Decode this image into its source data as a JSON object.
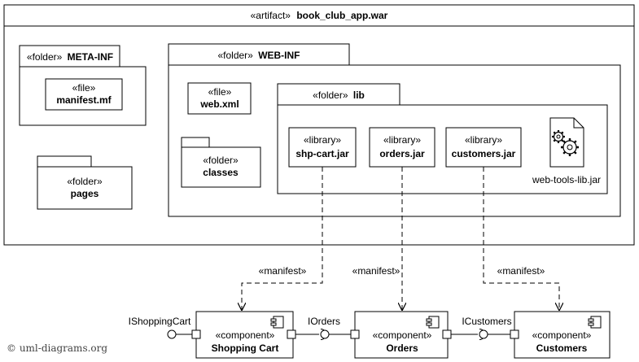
{
  "artifact": {
    "stereotype": "«artifact»",
    "name": "book_club_app.war"
  },
  "meta_inf": {
    "stereotype": "«folder»",
    "name": "META-INF"
  },
  "manifest_file": {
    "stereotype": "«file»",
    "name": "manifest.mf"
  },
  "pages": {
    "stereotype": "«folder»",
    "name": "pages"
  },
  "web_inf": {
    "stereotype": "«folder»",
    "name": "WEB-INF"
  },
  "web_xml": {
    "stereotype": "«file»",
    "name": "web.xml"
  },
  "classes": {
    "stereotype": "«folder»",
    "name": "classes"
  },
  "lib": {
    "stereotype": "«folder»",
    "name": "lib"
  },
  "libraries": [
    {
      "stereotype": "«library»",
      "name": "shp-cart.jar"
    },
    {
      "stereotype": "«library»",
      "name": "orders.jar"
    },
    {
      "stereotype": "«library»",
      "name": "customers.jar"
    }
  ],
  "web_tools_lib": {
    "name": "web-tools-lib.jar"
  },
  "manifest_label": "«manifest»",
  "components": [
    {
      "stereotype": "«component»",
      "name": "Shopping Cart"
    },
    {
      "stereotype": "«component»",
      "name": "Orders"
    },
    {
      "stereotype": "«component»",
      "name": "Customers"
    }
  ],
  "interfaces": [
    "IShoppingCart",
    "IOrders",
    "ICustomers"
  ],
  "watermark": "© uml-diagrams.org"
}
